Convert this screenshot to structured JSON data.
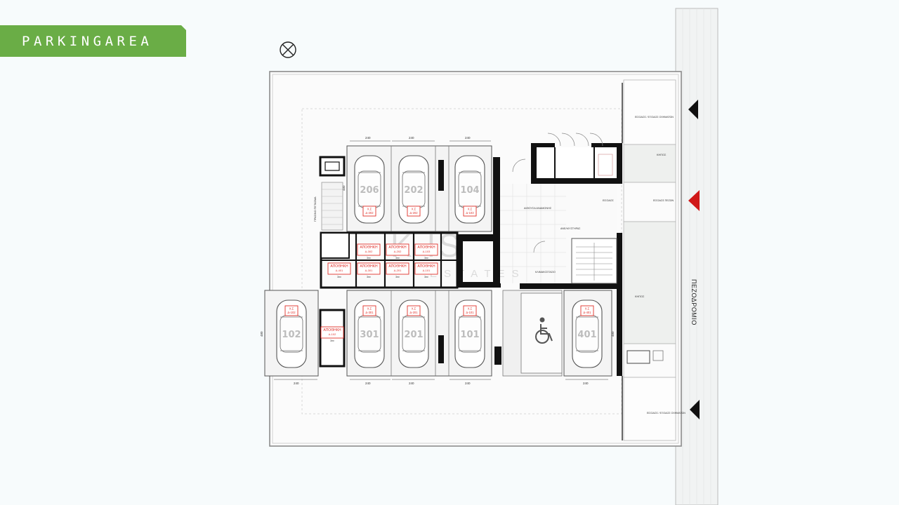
{
  "banner": {
    "title": "PARKINGAREA"
  },
  "colors": {
    "accent": "#6aad46",
    "wall": "#111111",
    "storage_red": "#e0302a",
    "line": "#9a9a9a"
  },
  "plan": {
    "street_label": "ΠΕΖΟΔΡΟΜΙΟ",
    "entrance_top_label": "ΕΙΣΟΔΟΣ / ΕΞΟΔΟΣ ΟΧΗΜΑΤΩΝ",
    "entrance_bottom_label": "ΕΙΣΟΔΟΣ / ΕΞΟΔΟΣ ΟΧΗΜΑΤΩΝ",
    "pedestrian_entrance_label": "ΕΙΣΟΔΟΣ ΠΕΖΩΝ",
    "garden_top_label": "ΚΗΠΟΣ",
    "garden_right_label": "ΚΗΠΟΣ",
    "lobby_label": "ΑΙΘΟΥΣΑ ΑΝΑΜΟΝΗΣ",
    "lift_label": "ΑΝΕΛΚΥΣΤΗΡΑΣ",
    "stair_label": "ΚΛΙΜΑΚΟΣΤΑΣΙΟ",
    "entry_label": "ΕΙΣΟΔΟΣ",
    "ramp_label": "ΠΡΑΣΙΝΟ ΠΕΤΑΣΜΑ",
    "stall_width": "240",
    "stall_length": "480",
    "watermark_brand": "K  IS",
    "watermark_sub": "E S T A T E S",
    "parking_top": [
      {
        "number": "206",
        "tag_line1": "Χ.Σ",
        "tag_line2": "Δ-202"
      },
      {
        "number": "202",
        "tag_line1": "Χ.Σ",
        "tag_line2": "Δ-202"
      },
      {
        "number": "104",
        "tag_line1": "Χ.Σ",
        "tag_line2": "Δ-103"
      }
    ],
    "parking_bottom": [
      {
        "number": "102",
        "tag_line1": "Χ.Σ",
        "tag_line2": "Δ-102"
      },
      {
        "number": "301",
        "tag_line1": "Χ.Σ",
        "tag_line2": "Δ-301"
      },
      {
        "number": "201",
        "tag_line1": "Χ.Σ",
        "tag_line2": "Δ-201"
      },
      {
        "number": "101",
        "tag_line1": "Χ.Σ",
        "tag_line2": "Δ-101"
      },
      {
        "number": "401",
        "tag_line1": "Χ.Σ",
        "tag_line2": "Δ-401"
      }
    ],
    "storage_units": [
      {
        "label": "ΑΠΟΘΗΚΗ",
        "code": "Δ-302",
        "area": "3m²"
      },
      {
        "label": "ΑΠΟΘΗΚΗ",
        "code": "Δ-202",
        "area": "3m²"
      },
      {
        "label": "ΑΠΟΘΗΚΗ",
        "code": "Δ-103",
        "area": "3m²"
      },
      {
        "label": "ΑΠΟΘΗΚΗ",
        "code": "Δ-401",
        "area": "3m²"
      },
      {
        "label": "ΑΠΟΘΗΚΗ",
        "code": "Δ-301",
        "area": "3m²"
      },
      {
        "label": "ΑΠΟΘΗΚΗ",
        "code": "Δ-201",
        "area": "3m²"
      },
      {
        "label": "ΑΠΟΘΗΚΗ",
        "code": "Δ-101",
        "area": "3m²"
      },
      {
        "label": "ΑΠΟΘΗΚΗ",
        "code": "Δ-102",
        "area": "3m²"
      }
    ]
  }
}
